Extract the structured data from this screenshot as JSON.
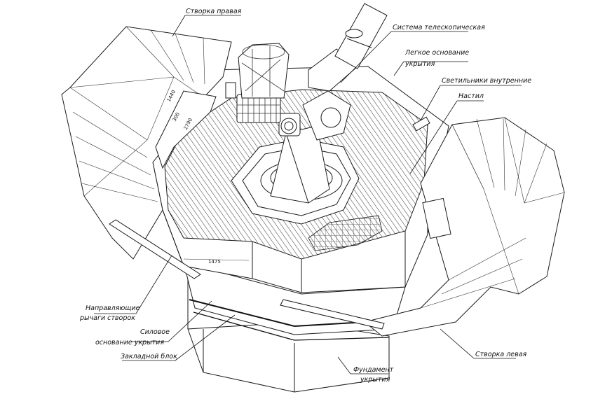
{
  "labels": {
    "right_shutter": "Створка правая",
    "telescope": "Система телескопическая",
    "light_base_1": "Легкое основание",
    "light_base_2": "укрытия",
    "internal_lights": "Светильники внутренние",
    "deck": "Настил",
    "guide_levers_1": "Направляющие",
    "guide_levers_2": "рычаги створок",
    "power_base_1": "Силовое",
    "power_base_2": "основание укрытия",
    "embedded_block": "Закладной блок",
    "foundation_1": "Фундамент",
    "foundation_2": "укрытия",
    "left_shutter": "Створка левая"
  },
  "dimensions": {
    "d1": "1440",
    "d2": "300",
    "d3": "2790",
    "d4": "1475"
  }
}
